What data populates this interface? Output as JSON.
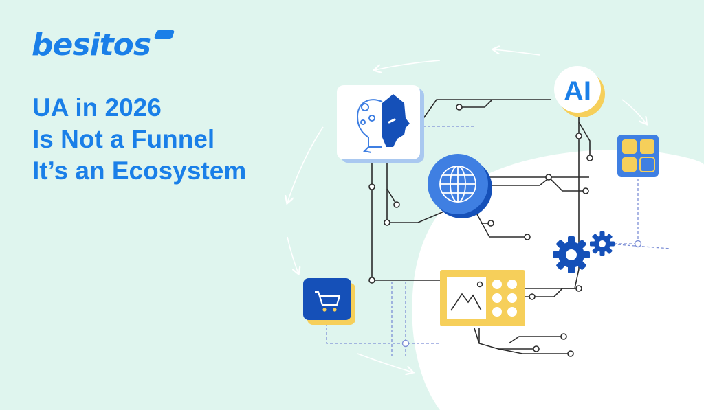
{
  "brand": {
    "logo_text": "besitos",
    "logo_color": "#1a7fe8"
  },
  "headline": {
    "lines": [
      "UA in 2026",
      "Is Not a Funnel",
      "It’s an Ecosystem"
    ],
    "color": "#1a7fe8"
  },
  "badges": {
    "ai_label": "AI"
  },
  "palette": {
    "background": "#dff5ee",
    "white_area": "#ffffff",
    "brand_blue": "#1a7fe8",
    "deep_blue": "#1550b8",
    "globe_blue": "#3f7fe2",
    "yellow": "#f6cf5a",
    "line_dark": "#2b2b2b",
    "dashed_blue": "#7d8fd6"
  },
  "icons": [
    "ai-robot-head-icon",
    "ai-badge-icon",
    "globe-icon",
    "app-grid-icon",
    "gears-icon",
    "shopping-cart-icon",
    "media-gallery-icon"
  ]
}
